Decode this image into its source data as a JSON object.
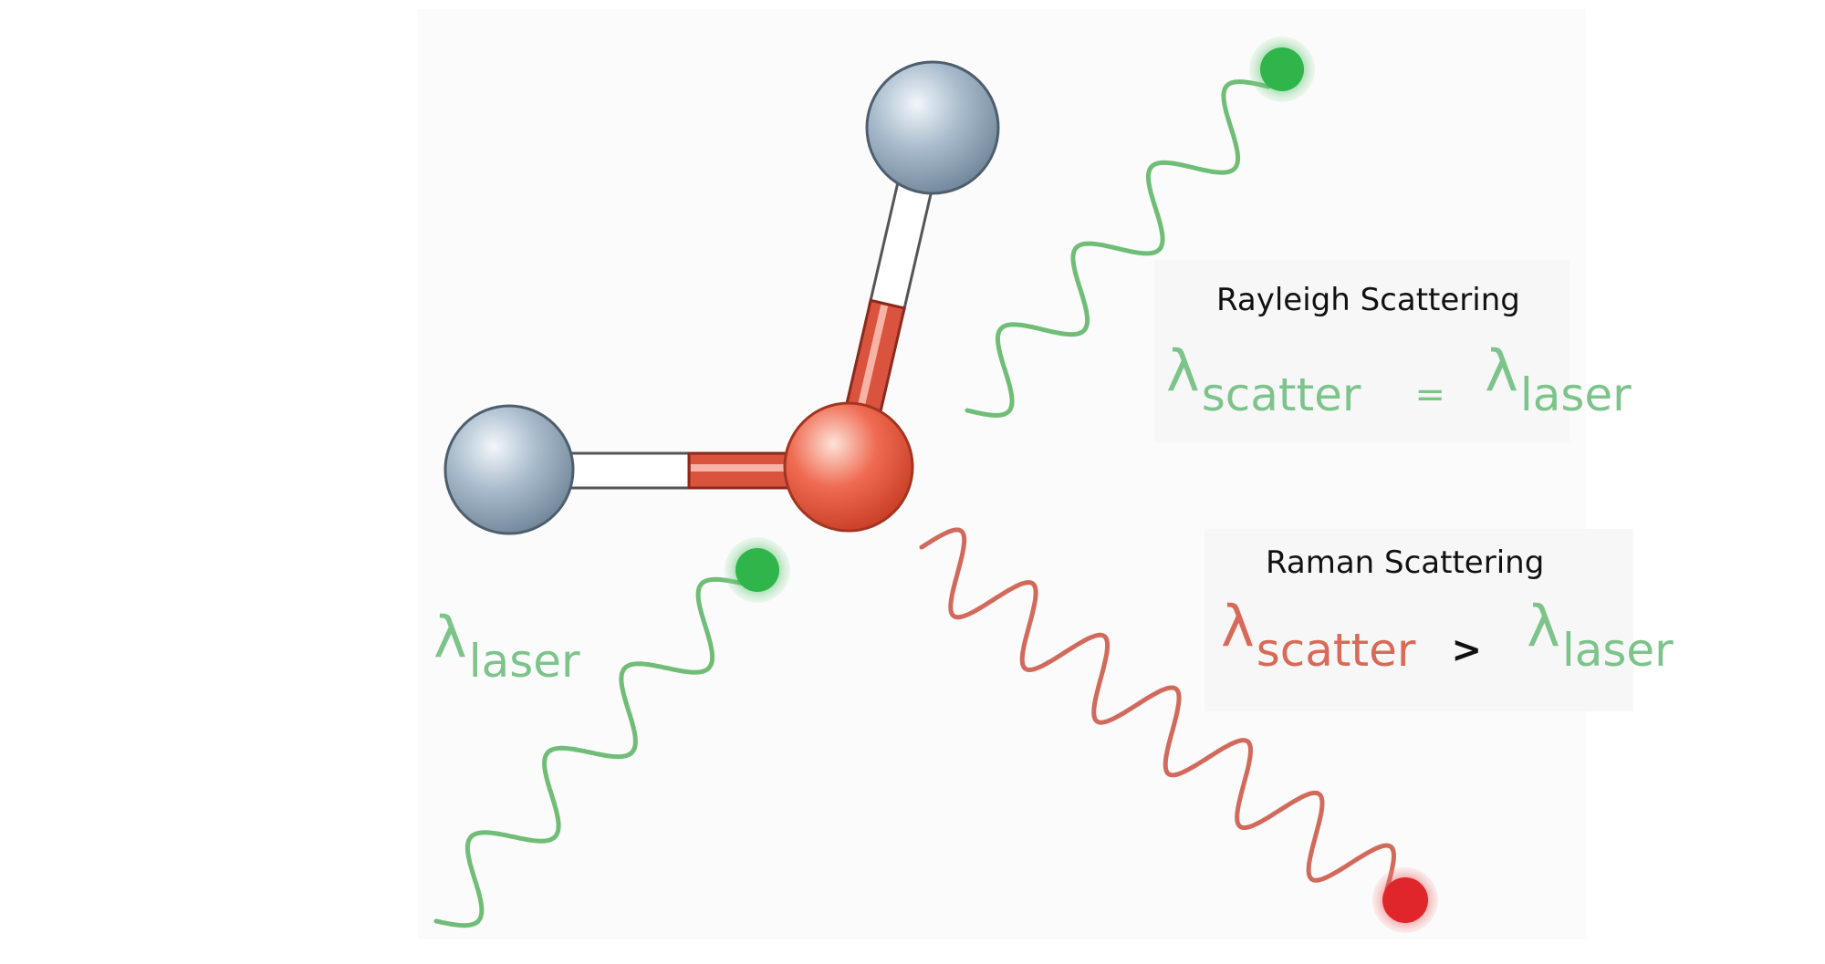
{
  "incident": {
    "lambda_symbol": "λ",
    "subscript": "laser"
  },
  "rayleigh": {
    "title": "Rayleigh Scattering",
    "lhs_symbol": "λ",
    "lhs_subscript": "scatter",
    "operator": "=",
    "rhs_symbol": "λ",
    "rhs_subscript": "laser"
  },
  "raman": {
    "title": "Raman Scattering",
    "lhs_symbol": "λ",
    "lhs_subscript": "scatter",
    "operator": ">",
    "rhs_symbol": "λ",
    "rhs_subscript": "laser"
  },
  "colors": {
    "laser_wave": "#6fbd76",
    "raman_wave": "#d26a5c",
    "laser_dot": "#2fb54a",
    "raman_dot": "#e0262b",
    "hydrogen_atom": "#9fb3c6",
    "oxygen_atom": "#ee6a52",
    "bond_white": "#ffffff",
    "bond_red": "#d9533e"
  }
}
